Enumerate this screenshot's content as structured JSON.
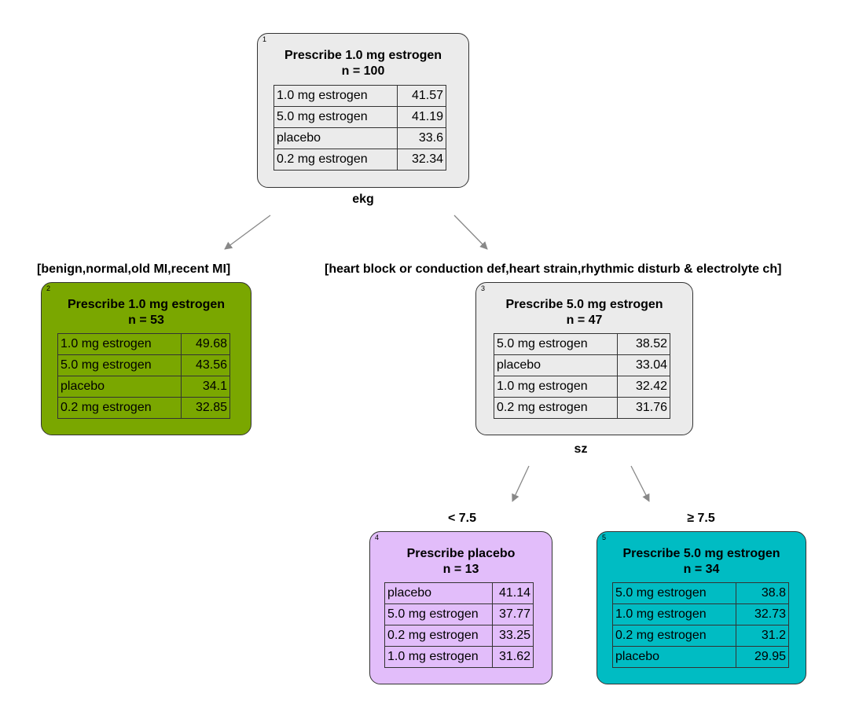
{
  "colors": {
    "node_default": "#ebebeb",
    "node_green": "#7aa700",
    "node_purple": "#e2bdfa",
    "node_teal": "#00bcc3",
    "edge": "#888888"
  },
  "splits": {
    "root": "ekg",
    "node3": "sz"
  },
  "edge_labels": {
    "root_left": "[benign,normal,old MI,recent MI]",
    "root_right": "[heart block or conduction def,heart strain,rhythmic disturb & electrolyte ch]",
    "node3_left": "< 7.5",
    "node3_right": "≥ 7.5"
  },
  "nodes": [
    {
      "id": "1",
      "title": "Prescribe 1.0 mg estrogen",
      "n": "n = 100",
      "rows": [
        {
          "label": "1.0 mg estrogen",
          "value": "41.57"
        },
        {
          "label": "5.0 mg estrogen",
          "value": "41.19"
        },
        {
          "label": "placebo",
          "value": "33.6"
        },
        {
          "label": "0.2 mg estrogen",
          "value": "32.34"
        }
      ]
    },
    {
      "id": "2",
      "title": "Prescribe 1.0 mg estrogen",
      "n": "n = 53",
      "rows": [
        {
          "label": "1.0 mg estrogen",
          "value": "49.68"
        },
        {
          "label": "5.0 mg estrogen",
          "value": "43.56"
        },
        {
          "label": "placebo",
          "value": "34.1"
        },
        {
          "label": "0.2 mg estrogen",
          "value": "32.85"
        }
      ]
    },
    {
      "id": "3",
      "title": "Prescribe 5.0 mg estrogen",
      "n": "n = 47",
      "rows": [
        {
          "label": "5.0 mg estrogen",
          "value": "38.52"
        },
        {
          "label": "placebo",
          "value": "33.04"
        },
        {
          "label": "1.0 mg estrogen",
          "value": "32.42"
        },
        {
          "label": "0.2 mg estrogen",
          "value": "31.76"
        }
      ]
    },
    {
      "id": "4",
      "title": "Prescribe placebo",
      "n": "n = 13",
      "rows": [
        {
          "label": "placebo",
          "value": "41.14"
        },
        {
          "label": "5.0 mg estrogen",
          "value": "37.77"
        },
        {
          "label": "0.2 mg estrogen",
          "value": "33.25"
        },
        {
          "label": "1.0 mg estrogen",
          "value": "31.62"
        }
      ]
    },
    {
      "id": "5",
      "title": "Prescribe 5.0 mg estrogen",
      "n": "n = 34",
      "rows": [
        {
          "label": "5.0 mg estrogen",
          "value": "38.8"
        },
        {
          "label": "1.0 mg estrogen",
          "value": "32.73"
        },
        {
          "label": "0.2 mg estrogen",
          "value": "31.2"
        },
        {
          "label": "placebo",
          "value": "29.95"
        }
      ]
    }
  ]
}
